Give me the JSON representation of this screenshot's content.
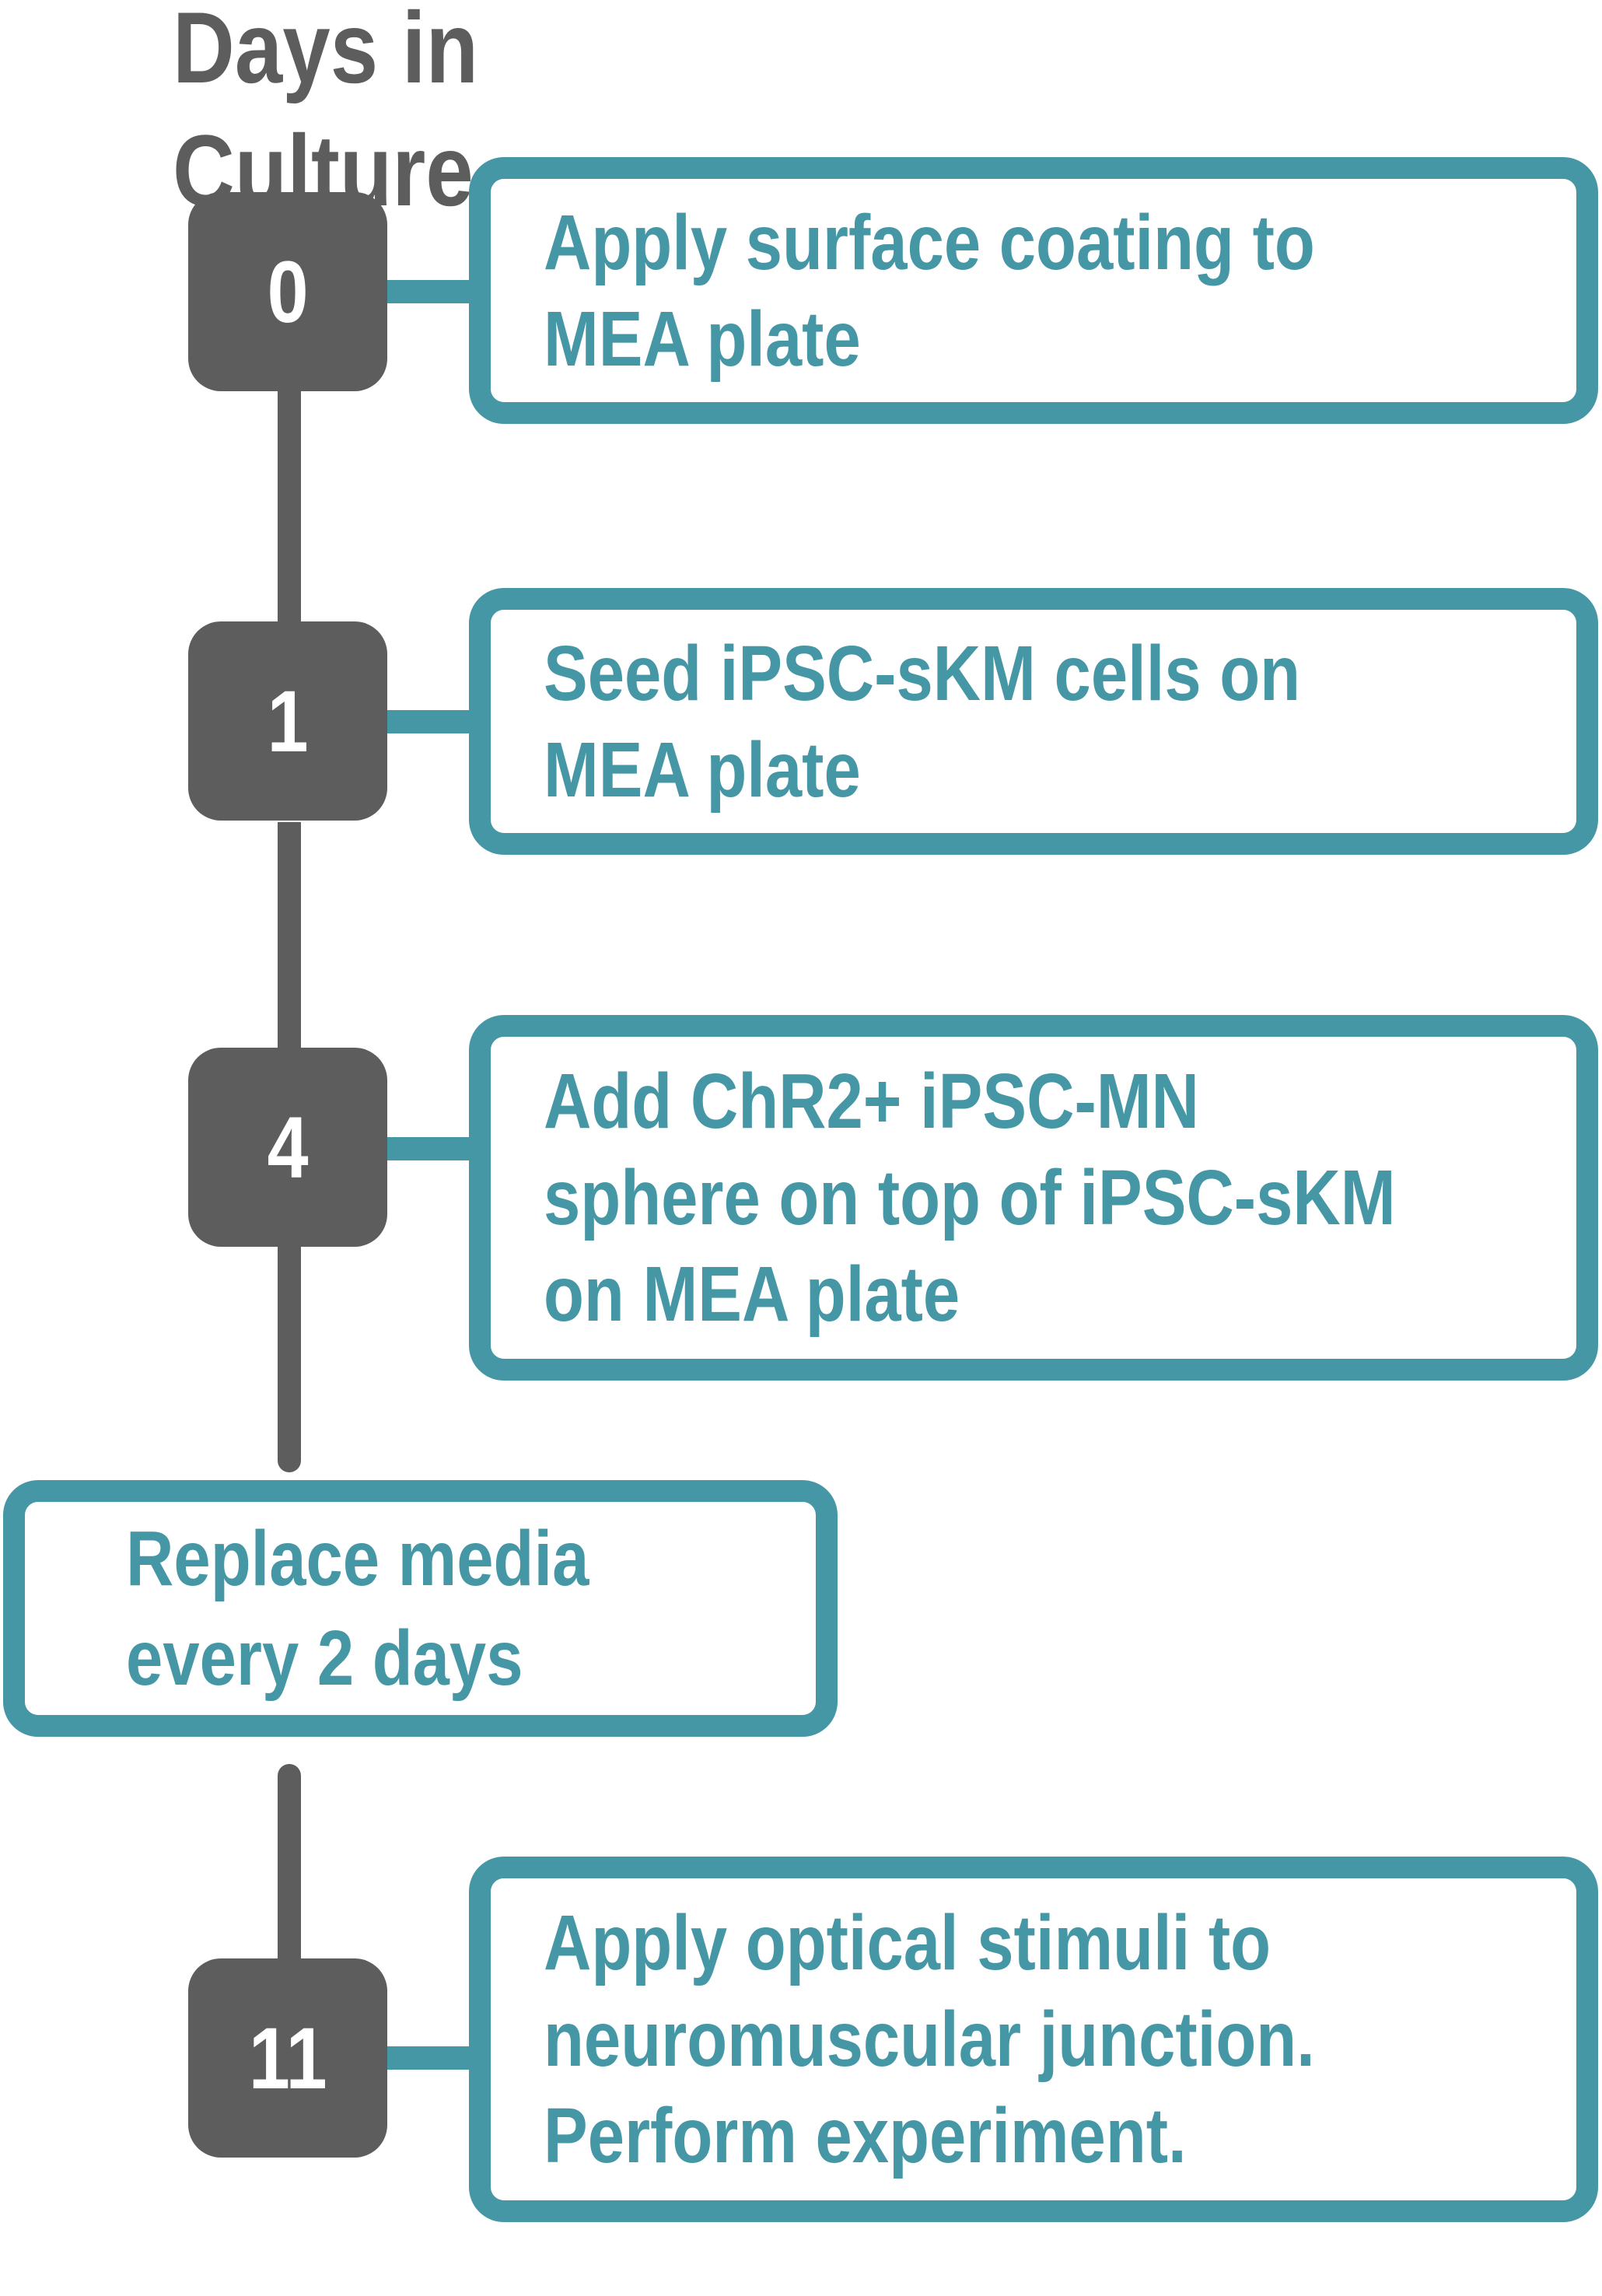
{
  "colors": {
    "accent": "#4697a5",
    "gray": "#5d5d5d",
    "text_on_node": "#ffffff"
  },
  "header": {
    "lines": [
      "Days in",
      "Culture"
    ]
  },
  "steps": [
    {
      "day": "0",
      "lines": [
        "Apply surface coating to",
        "MEA plate"
      ]
    },
    {
      "day": "1",
      "lines": [
        "Seed iPSC-sKM cells on",
        "MEA plate"
      ]
    },
    {
      "day": "4",
      "lines": [
        "Add ChR2+ iPSC-MN",
        "sphere on top of iPSC-sKM",
        "on MEA plate"
      ]
    },
    {
      "day": "11",
      "lines": [
        "Apply optical stimuli to",
        "neuromuscular junction.",
        "Perform experiment."
      ]
    }
  ],
  "note": {
    "lines": [
      "Replace media",
      "every 2 days"
    ]
  }
}
